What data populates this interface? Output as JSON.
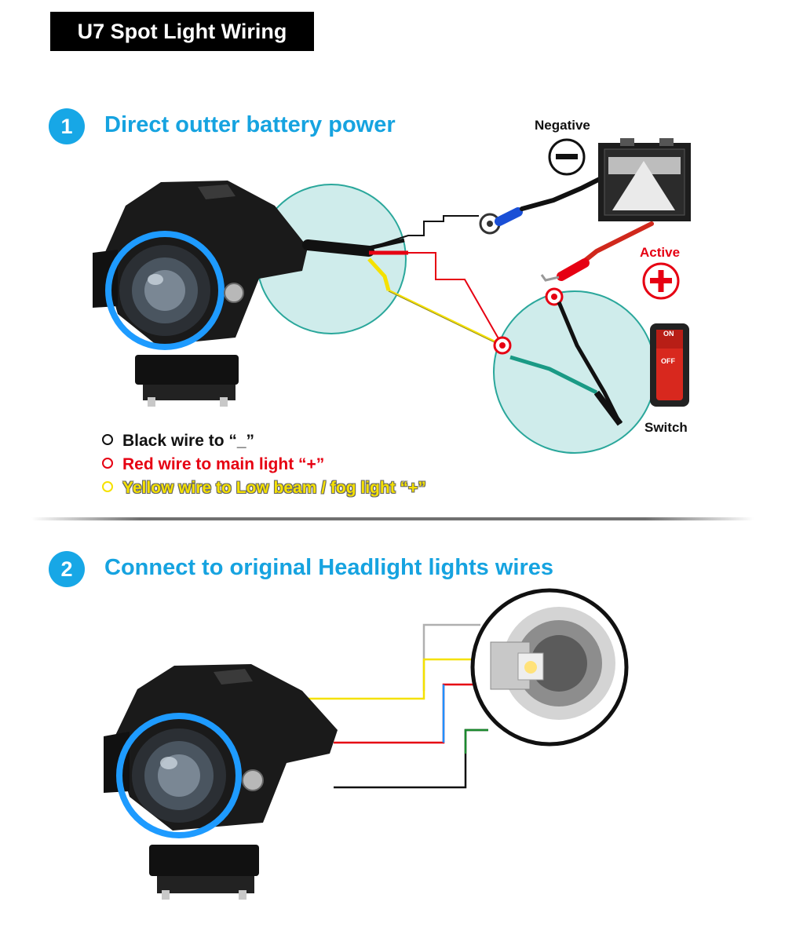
{
  "title": "U7 Spot Light Wiring",
  "section1": {
    "number": "1",
    "heading": "Direct outter battery power",
    "negative_label": "Negative",
    "active_label": "Active",
    "switch_label": "Switch",
    "switch_on": "ON",
    "switch_off": "OFF",
    "legend": [
      {
        "text": "Black wire to “_”",
        "color": "#111111"
      },
      {
        "text": "Red wire to main light “+”",
        "color": "#e60012"
      },
      {
        "text": "Yellow wire to Low beam / fog light “+”",
        "color": "#f5e100"
      }
    ]
  },
  "section2": {
    "number": "2",
    "heading": "Connect to original Headlight lights wires"
  },
  "colors": {
    "accent": "#17a7e6",
    "wire_black": "#111111",
    "wire_red": "#e60012",
    "wire_yellow": "#f5e100",
    "wire_blue": "#1e90ff",
    "wire_green": "#1a8a2e",
    "wire_grey": "#b0b0b0",
    "zoom_circle": "#bfe6e4"
  }
}
